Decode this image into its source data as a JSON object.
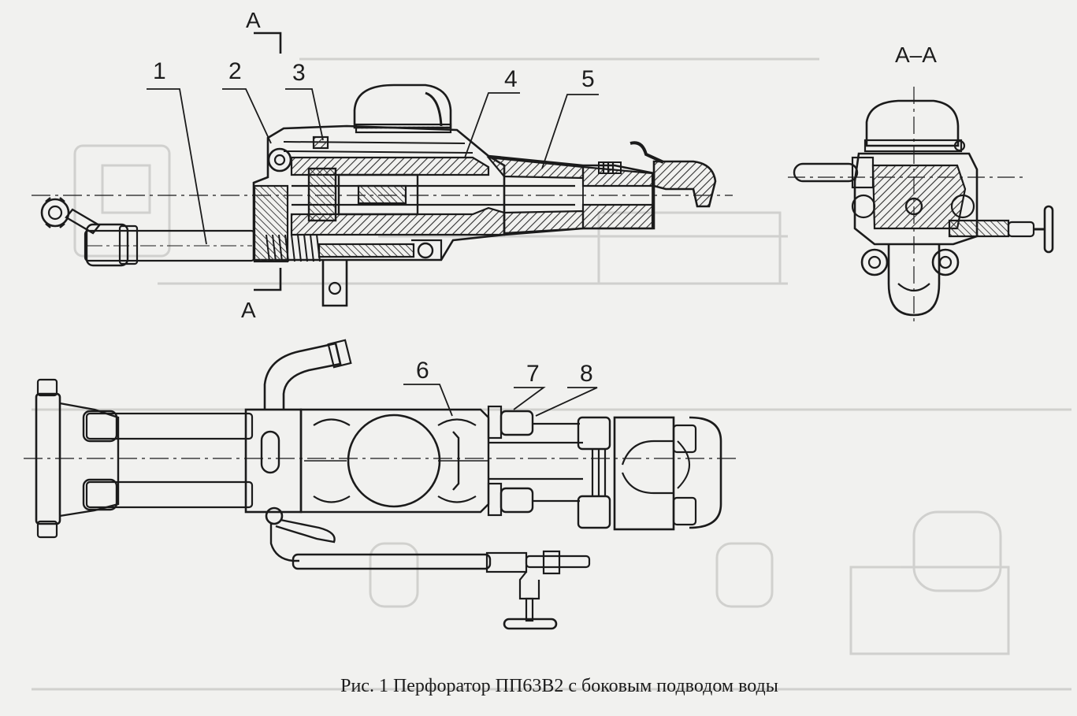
{
  "callouts": [
    "1",
    "2",
    "3",
    "4",
    "5",
    "6",
    "7",
    "8"
  ],
  "section": {
    "mark": "A",
    "view_title": "A–A"
  },
  "caption": "Рис. 1  Перфоратор ПП63В2  с боковым подводом воды",
  "colors": {
    "paper": "#f1f1ef",
    "ink": "#1b1b1b",
    "hatch": "#3a3a3a",
    "ghost": "#c9c9c6"
  }
}
